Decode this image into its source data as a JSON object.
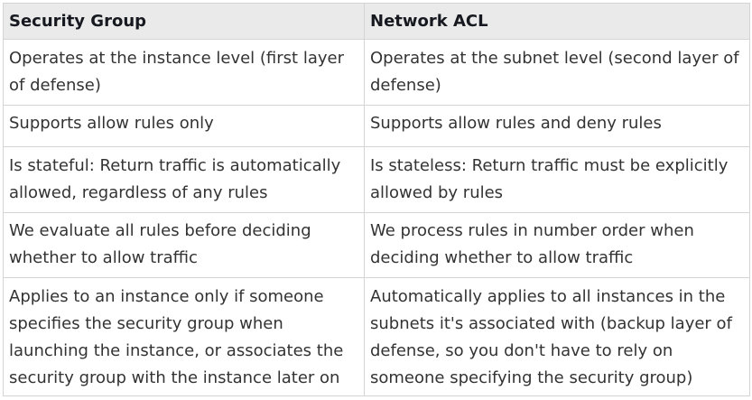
{
  "table": {
    "headers": [
      "Security Group",
      "Network ACL"
    ],
    "rows": [
      [
        "Operates at the instance level (first layer of defense)",
        "Operates at the subnet level (second layer of defense)"
      ],
      [
        "Supports allow rules only",
        "Supports allow rules and deny rules"
      ],
      [
        "Is stateful: Return traffic is automatically allowed, regardless of any rules",
        "Is stateless: Return traffic must be explicitly allowed by rules"
      ],
      [
        "We evaluate all rules before deciding whether to allow traffic",
        "We process rules in number order when deciding whether to allow traffic"
      ],
      [
        "Applies to an instance only if someone specifies the security group when launching the instance, or associates the security group with the instance later on",
        "Automatically applies to all instances in the subnets it's associated with (backup layer of defense, so you don't have to rely on someone specifying the security group)"
      ]
    ]
  }
}
